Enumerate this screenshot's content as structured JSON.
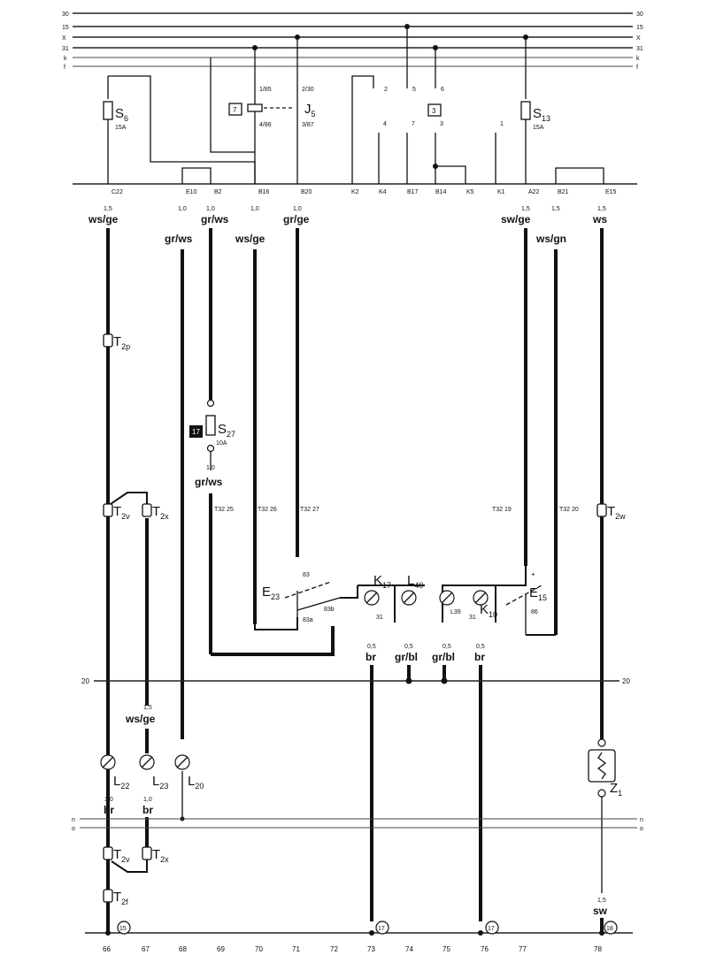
{
  "buses": {
    "top": [
      {
        "left": "30",
        "right": "30"
      },
      {
        "left": "15",
        "right": "15"
      },
      {
        "left": "X",
        "right": "X"
      },
      {
        "left": "31",
        "right": "31"
      },
      {
        "left": "k",
        "right": "k"
      },
      {
        "left": "f",
        "right": "f"
      }
    ],
    "mid": {
      "left": "20",
      "right": "20"
    },
    "low": [
      {
        "left": "n",
        "right": "n"
      },
      {
        "left": "o",
        "right": "o"
      }
    ]
  },
  "relay_panel": {
    "fuses": [
      {
        "name": "S",
        "sub": "6",
        "rating": "15A"
      },
      {
        "name": "S",
        "sub": "13",
        "rating": "15A"
      }
    ],
    "relay_J5": {
      "name": "J",
      "sub": "5",
      "box": "7",
      "pins": [
        "1/85",
        "2/30",
        "4/86",
        "3/87"
      ]
    },
    "relay_box3": {
      "box": "3",
      "pins": [
        "2",
        "5",
        "6",
        "4",
        "7",
        "3",
        "1"
      ]
    }
  },
  "connectors": [
    "C22",
    "E10",
    "B2",
    "B16",
    "B20",
    "K2",
    "K4",
    "B17",
    "B14",
    "K5",
    "K1",
    "A22",
    "B21",
    "E15"
  ],
  "wires": [
    {
      "size": "1,5",
      "color": "ws/ge"
    },
    {
      "size": "1,0",
      "color": "gr/ws"
    },
    {
      "size": "1,0",
      "color": "gr/ws"
    },
    {
      "size": "1,0",
      "color": "ws/ge"
    },
    {
      "size": "1,0",
      "color": "gr/ge"
    },
    {
      "size": "1,5",
      "color": "sw/ge"
    },
    {
      "size": "1,5",
      "color": "ws/gn"
    },
    {
      "size": "1,5",
      "color": "ws"
    }
  ],
  "fuse_S27": {
    "name": "S",
    "sub": "27",
    "box": "17",
    "rating": "10A",
    "size": "1,0",
    "color": "gr/ws"
  },
  "terminals": {
    "T2p": {
      "name": "T",
      "sub": "2p"
    },
    "T2v": {
      "name": "T",
      "sub": "2v"
    },
    "T2x": {
      "name": "T",
      "sub": "2x"
    },
    "T2w": {
      "name": "T",
      "sub": "2w"
    },
    "T2f": {
      "name": "T",
      "sub": "2f"
    },
    "T32": [
      "T32 25",
      "T32 26",
      "T32 27",
      "T32 19",
      "T32 20"
    ]
  },
  "switches": {
    "E23": {
      "name": "E",
      "sub": "23",
      "pins": [
        "83",
        "83b",
        "83a"
      ]
    },
    "E15": {
      "name": "E",
      "sub": "15",
      "pins": [
        "+",
        "86"
      ]
    }
  },
  "lamps": {
    "K17": {
      "name": "K",
      "sub": "17",
      "pin": "31",
      "size": "0,5",
      "color": "br"
    },
    "L40": {
      "name": "L",
      "sub": "40",
      "size": "0,5",
      "color": "gr/bl"
    },
    "L39": {
      "name": "L",
      "sub": "39",
      "size": "0,5",
      "color": "gr/bl"
    },
    "K10": {
      "name": "K",
      "sub": "10",
      "pin": "31",
      "size": "0,5",
      "color": "br"
    },
    "L22": {
      "name": "L",
      "sub": "22",
      "size": "1,0",
      "color": "br"
    },
    "L23": {
      "name": "L",
      "sub": "23",
      "size": "1,0",
      "color": "br"
    },
    "L20": {
      "name": "L",
      "sub": "20"
    },
    "wire_L23": {
      "size": "1,5",
      "color": "ws/ge"
    }
  },
  "Z1": {
    "name": "Z",
    "sub": "1",
    "size": "1,5",
    "color": "sw"
  },
  "ground_refs": [
    "15",
    "17",
    "17",
    "18"
  ],
  "track_numbers": [
    "66",
    "67",
    "68",
    "69",
    "70",
    "71",
    "72",
    "73",
    "74",
    "75",
    "76",
    "77",
    "78"
  ]
}
